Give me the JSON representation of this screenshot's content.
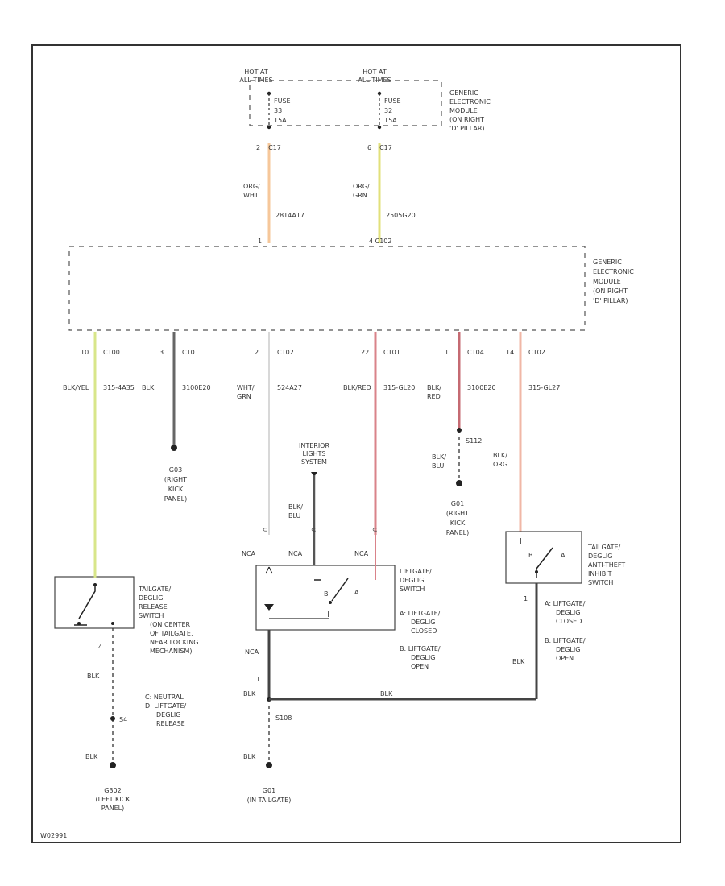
{
  "top": {
    "hot_left": [
      "HOT AT",
      "ALL TIMES"
    ],
    "hot_right": [
      "HOT AT",
      "ALL TIMES"
    ],
    "fuse_left": [
      "FUSE",
      "33",
      "15A"
    ],
    "fuse_right": [
      "FUSE",
      "32",
      "15A"
    ],
    "module_label": [
      "GENERIC",
      "ELECTRONIC",
      "MODULE",
      "(ON RIGHT",
      "'D' PILLAR)"
    ],
    "conn_left": [
      "2",
      "C17"
    ],
    "conn_right": [
      "6",
      "C17"
    ],
    "wire_left": [
      "ORG/",
      "WHT",
      "2814A17"
    ],
    "wire_right": [
      "ORG/",
      "GRN",
      "2505G20"
    ],
    "bottom_conn_left": "1",
    "bottom_conn_right": "4 C102"
  },
  "gem": {
    "label": [
      "GENERIC",
      "ELECTRONIC",
      "MODULE",
      "(ON RIGHT",
      "'D' PILLAR)"
    ]
  },
  "pins": [
    {
      "pin": "10",
      "conn": "C100",
      "wire": [
        "BLK/YEL"
      ],
      "circuit": "315-4A35",
      "color": "#d8e68a"
    },
    {
      "pin": "3",
      "conn": "C101",
      "wire": [
        "BLK"
      ],
      "circuit": "3100E20",
      "color": "#666666"
    },
    {
      "pin": "2",
      "conn": "C102",
      "wire": [
        "WHT/",
        "GRN"
      ],
      "circuit": "524A27",
      "color": "#cccccc"
    },
    {
      "pin": "22",
      "conn": "C101",
      "wire": [
        "BLK/RED"
      ],
      "circuit": "315-GL20",
      "color": "#d9838a"
    },
    {
      "pin": "1",
      "conn": "C104",
      "wire": [
        "BLK/",
        "RED"
      ],
      "circuit": "3100E20",
      "color": "#c56a72"
    },
    {
      "pin": "14",
      "conn": "C102",
      "wire": [],
      "circuit": "315-GL27",
      "color": "#f0b7a6"
    }
  ],
  "grounds": {
    "g203": [
      "G03",
      "(RIGHT",
      "KICK",
      "PANEL)"
    ],
    "s112": "S112",
    "wire_blk_blu": [
      "BLK/",
      "BLU"
    ],
    "g201": [
      "G01",
      "(RIGHT",
      "KICK",
      "PANEL)"
    ],
    "g302": [
      "G302",
      "(LEFT KICK",
      "PANEL)"
    ],
    "g301": [
      "G01",
      "(IN TAILGATE)"
    ],
    "s108": "S108",
    "s4": "S4"
  },
  "interior": {
    "label": [
      "INTERIOR",
      "LIGHTS",
      "SYSTEM"
    ],
    "wire": [
      "BLK/",
      "BLU"
    ]
  },
  "left_switch": {
    "name": [
      "TAILGATE/",
      "DEGLIG",
      "RELEASE",
      "SWITCH",
      "(ON CENTER",
      "OF TAILGATE,",
      "NEAR LOCKING",
      "MECHANISM)"
    ],
    "pin_bottom": "4",
    "wire_below": "BLK",
    "wire_ground": "BLK",
    "legend": [
      "C: NEUTRAL",
      "D: LIFTGATE/",
      "DEGLIG",
      "RELEASE"
    ]
  },
  "mid_switch": {
    "name": [
      "LIFTGATE/",
      "DEGLIG",
      "SWITCH"
    ],
    "nca": [
      "NCA",
      "NCA",
      "NCA"
    ],
    "nca_below": "NCA",
    "pin_a": "A",
    "pin_b": "B",
    "legend_a": [
      "A: LIFTGATE/",
      "DEGLIG",
      "CLOSED"
    ],
    "legend_b": [
      "B: LIFTGATE/",
      "DEGLIG",
      "OPEN"
    ],
    "pin_bottom": "1",
    "wire_below": "BLK",
    "wire_ground": "BLK"
  },
  "right_switch": {
    "name": [
      "TAILGATE/",
      "DEGLIG",
      "ANTI-THEFT",
      "INHIBIT",
      "SWITCH"
    ],
    "wire_above": [
      "BLK/",
      "ORG"
    ],
    "pin_a": "A",
    "pin_b": "B",
    "pin_bottom": "1",
    "legend_a": [
      "A: LIFTGATE/",
      "DEGLIG",
      "CLOSED"
    ],
    "legend_b": [
      "B: LIFTGATE/",
      "DEGLIG",
      "OPEN"
    ],
    "wire_below": "BLK",
    "wire_horiz": "BLK"
  },
  "footer": "W02991"
}
